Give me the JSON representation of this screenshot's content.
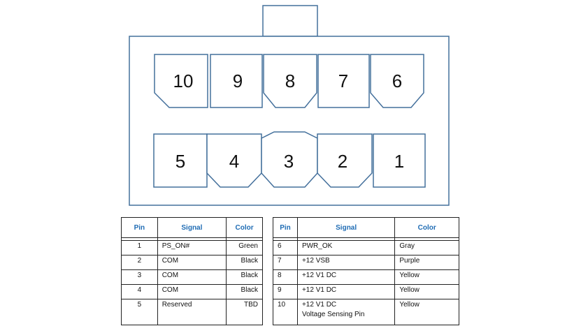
{
  "connector": {
    "top_row": [
      "10",
      "9",
      "8",
      "7",
      "6"
    ],
    "bottom_row": [
      "5",
      "4",
      "3",
      "2",
      "1"
    ]
  },
  "left_table": {
    "headers": [
      "Pin",
      "Signal",
      "Color"
    ],
    "rows": [
      {
        "pin": "1",
        "signal": "PS_ON#",
        "color": "Green"
      },
      {
        "pin": "2",
        "signal": "COM",
        "color": "Black"
      },
      {
        "pin": "3",
        "signal": "COM",
        "color": "Black"
      },
      {
        "pin": "4",
        "signal": "COM",
        "color": "Black"
      },
      {
        "pin": "5",
        "signal": "Reserved",
        "color": "TBD"
      }
    ]
  },
  "right_table": {
    "headers": [
      "Pin",
      "Signal",
      "Color"
    ],
    "rows": [
      {
        "pin": "6",
        "signal": "PWR_OK",
        "color": "Gray"
      },
      {
        "pin": "7",
        "signal": "+12 VSB",
        "color": "Purple"
      },
      {
        "pin": "8",
        "signal": "+12 V1 DC",
        "color": "Yellow"
      },
      {
        "pin": "9",
        "signal": "+12 V1 DC",
        "color": "Yellow"
      },
      {
        "pin": "10",
        "signal": "+12 V1 DC",
        "signal_note": "Voltage Sensing Pin",
        "color": "Yellow"
      }
    ]
  },
  "colors": {
    "outline": "#44709c",
    "header_text": "#1f6cb4"
  }
}
